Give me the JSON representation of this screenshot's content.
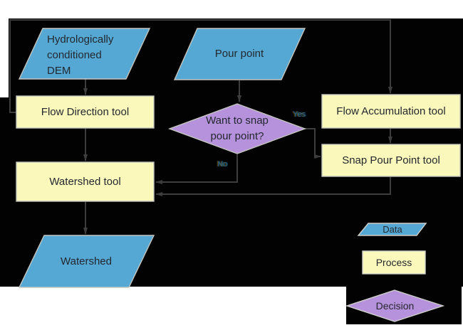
{
  "colors": {
    "page_bg": "#ffffff",
    "canvas_bg": "#020202",
    "data_fill": "#55a8d4",
    "process_fill": "#fbf8bb",
    "decision_fill": "#b691dc",
    "shape_border": "#c3c5be",
    "connector": "#3d3d3d",
    "label_text": "#23282f"
  },
  "nodes": {
    "dem": {
      "lines": [
        "Hydrologically",
        "conditioned",
        "DEM"
      ]
    },
    "pour_point": {
      "label": "Pour point"
    },
    "flow_direction": {
      "label": "Flow Direction tool"
    },
    "flow_accumulation": {
      "label": "Flow Accumulation tool"
    },
    "snap_pour_point": {
      "label": "Snap Pour Point tool"
    },
    "decision": {
      "lines": [
        "Want to snap",
        "pour point?"
      ]
    },
    "watershed_tool": {
      "label": "Watershed tool"
    },
    "watershed": {
      "label": "Watershed"
    }
  },
  "edges": {
    "yes_label": "Yes",
    "no_label": "No"
  },
  "legend": {
    "data_label": "Data",
    "process_label": "Process",
    "decision_label": "Decision"
  }
}
